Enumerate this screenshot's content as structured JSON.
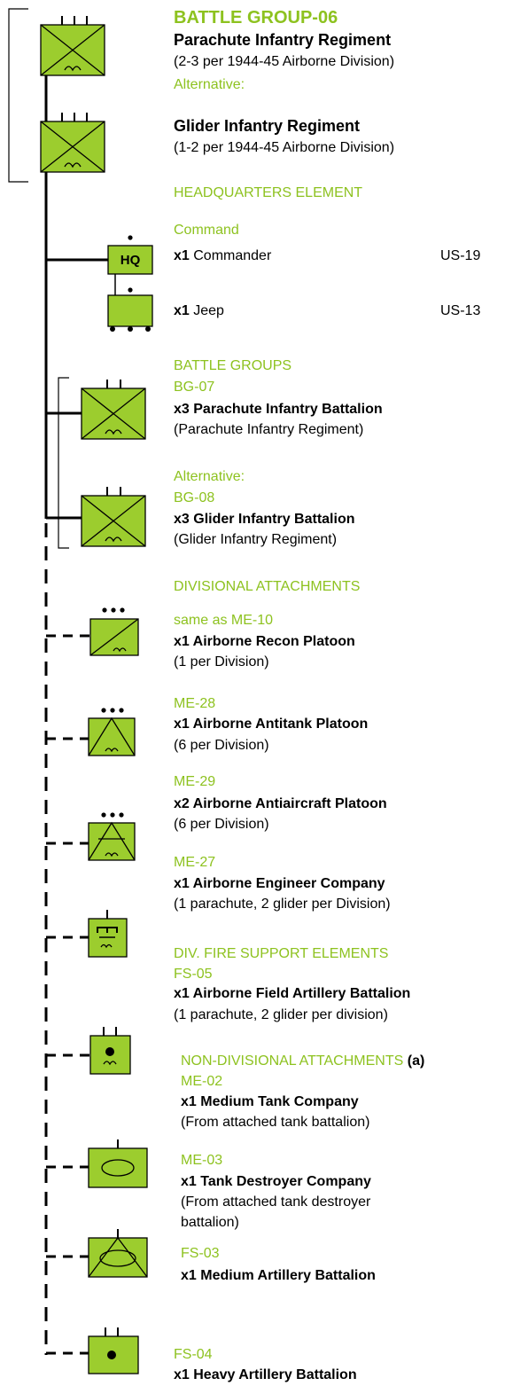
{
  "header": {
    "title": "BATTLE GROUP-06",
    "unit": "Parachute Infantry Regiment",
    "unit_note": "(2-3 per 1944-45 Airborne Division)",
    "alt_label": "Alternative:",
    "alt_unit": "Glider Infantry Regiment",
    "alt_note": "(1-2 per 1944-45 Airborne Division)"
  },
  "hq": {
    "section": "HEADQUARTERS ELEMENT",
    "sub": "Command",
    "symbol_label": "HQ",
    "rows": [
      {
        "qty": "x1",
        "name": "Commander",
        "code": "US-19"
      },
      {
        "qty": "x1",
        "name": "Jeep",
        "code": "US-13"
      }
    ]
  },
  "battle_groups": {
    "section": "BATTLE GROUPS",
    "bg1_code": "BG-07",
    "bg1_name": "x3 Parachute Infantry Battalion",
    "bg1_note": "(Parachute Infantry Regiment)",
    "alt_label": "Alternative:",
    "bg2_code": "BG-08",
    "bg2_name": "x3 Glider Infantry Battalion",
    "bg2_note": "(Glider Infantry Regiment)"
  },
  "div_attach": {
    "section": "DIVISIONAL ATTACHMENTS",
    "items": [
      {
        "code": "same as ME-10",
        "name": "x1 Airborne Recon Platoon",
        "note": "(1 per Division)"
      },
      {
        "code": "ME-28",
        "name": "x1 Airborne Antitank Platoon",
        "note": "(6 per Division)"
      },
      {
        "code": "ME-29",
        "name": "x2 Airborne Antiaircraft Platoon",
        "note": "(6 per Division)"
      },
      {
        "code": "ME-27",
        "name": "x1 Airborne Engineer Company",
        "note": "(1 parachute, 2 glider per Division)"
      }
    ]
  },
  "fire_support": {
    "section": "DIV. FIRE SUPPORT ELEMENTS",
    "code": "FS-05",
    "name": "x1 Airborne Field Artillery Battalion",
    "note": "(1 parachute, 2 glider per division)"
  },
  "non_div": {
    "section": "NON-DIVISIONAL ATTACHMENTS",
    "section_tag": "(a)",
    "items": [
      {
        "code": "ME-02",
        "name": "x1 Medium Tank Company",
        "note": "(From attached tank battalion)"
      },
      {
        "code": "ME-03",
        "name": "x1 Tank Destroyer Company",
        "note": "(From attached tank destroyer",
        "note2": "battalion)"
      },
      {
        "code": "FS-03",
        "name": "x1 Medium Artillery Battalion"
      },
      {
        "code": "FS-04",
        "name": "x1 Heavy Artillery Battalion"
      }
    ]
  },
  "colors": {
    "symbol_fill": "#9ccd2e",
    "accent_text": "#8dc21f"
  }
}
